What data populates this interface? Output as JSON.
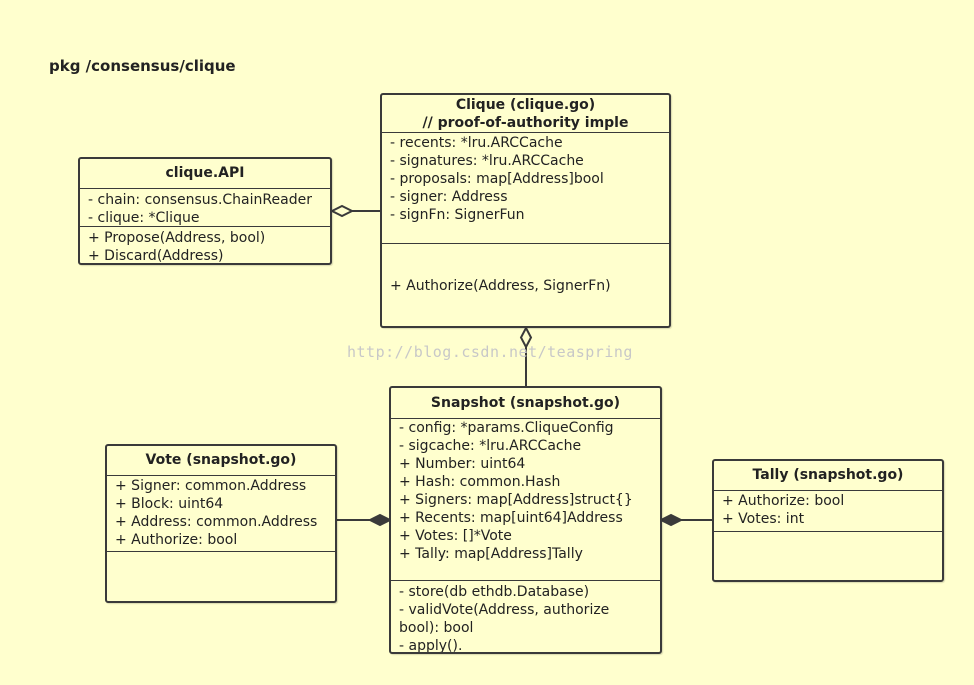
{
  "package_title": "pkg /consensus/clique",
  "watermark": "http://blog.csdn.net/teaspring",
  "classes": {
    "clique_api": {
      "title": "clique.API",
      "fields": [
        "- chain: consensus.ChainReader",
        "- clique: *Clique"
      ],
      "methods": [
        "+ Propose(Address, bool)",
        "+ Discard(Address)"
      ]
    },
    "clique": {
      "title": "Clique (clique.go)",
      "subtitle": "// proof-of-authority imple",
      "fields": [
        "- recents: *lru.ARCCache",
        "- signatures: *lru.ARCCache",
        "- proposals: map[Address]bool",
        "- signer: Address",
        "- signFn: SignerFun"
      ],
      "methods": [
        "+ Authorize(Address, SignerFn)"
      ]
    },
    "snapshot": {
      "title": "Snapshot (snapshot.go)",
      "fields": [
        "- config: *params.CliqueConfig",
        "- sigcache:  *lru.ARCCache",
        "+ Number: uint64",
        "+ Hash: common.Hash",
        "+ Signers:  map[Address]struct{}",
        "+ Recents: map[uint64]Address",
        "+ Votes:  []*Vote",
        "+ Tally: map[Address]Tally"
      ],
      "methods": [
        "- store(db ethdb.Database)",
        "- validVote(Address, authorize bool): bool",
        "- apply()."
      ]
    },
    "vote": {
      "title": "Vote (snapshot.go)",
      "fields": [
        "+ Signer: common.Address",
        "+ Block: uint64",
        "+ Address: common.Address",
        "+ Authorize: bool"
      ],
      "methods": []
    },
    "tally": {
      "title": "Tally (snapshot.go)",
      "fields": [
        "+ Authorize: bool",
        "+ Votes: int"
      ],
      "methods": []
    }
  },
  "relations": [
    {
      "from": "clique_api",
      "to": "clique",
      "kind": "aggregation"
    },
    {
      "from": "snapshot",
      "to": "clique",
      "kind": "aggregation"
    },
    {
      "from": "vote",
      "to": "snapshot",
      "kind": "composition"
    },
    {
      "from": "tally",
      "to": "snapshot",
      "kind": "composition"
    }
  ],
  "colors": {
    "background": "#ffffce",
    "stroke": "#3a3a3a",
    "watermark": "#c8c8c8"
  }
}
